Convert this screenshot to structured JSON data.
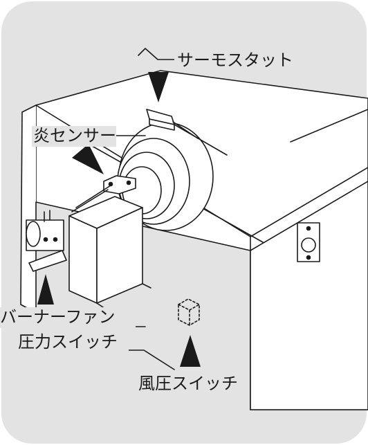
{
  "diagram": {
    "background_color": "#e3e3e3",
    "outline_color": "#1a1a1a",
    "body_color": "#ffffff",
    "labels": {
      "thermostat": "サーモスタット",
      "flame_sensor": "炎センサー",
      "burner_fan_line1": "バーナーファン",
      "burner_fan_line2": "圧力スイッチ",
      "wind_pressure_switch": "風圧スイッチ"
    }
  }
}
